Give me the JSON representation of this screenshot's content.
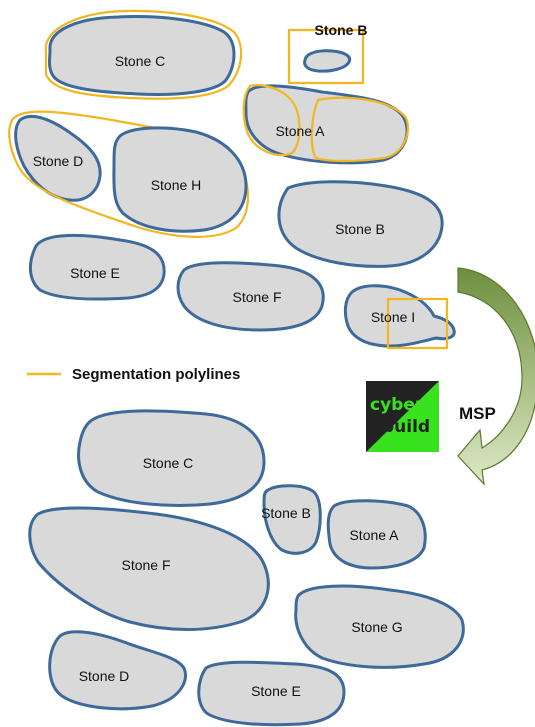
{
  "top": {
    "stone_c": "Stone C",
    "stone_b": "Stone B",
    "stone_a": "Stone A",
    "stone_d": "Stone D",
    "stone_h": "Stone H",
    "stone_b2": "Stone B",
    "stone_e": "Stone E",
    "stone_f": "Stone F",
    "stone_i": "Stone I"
  },
  "legend": {
    "label": "Segmentation polylines"
  },
  "logo": {
    "line1": "cyber",
    "line2": "build"
  },
  "arrow_label": "MSP",
  "bottom": {
    "stone_c": "Stone C",
    "stone_b": "Stone B",
    "stone_a": "Stone A",
    "stone_f": "Stone F",
    "stone_g": "Stone G",
    "stone_d": "Stone D",
    "stone_e": "Stone E"
  },
  "colors": {
    "stone_fill": "#d9d9d9",
    "stone_outline": "#3d6a9a",
    "segmentation": "#f2b61e",
    "arrow": "#6e8f3d",
    "logo_green": "#39e21e",
    "logo_dark": "#222222"
  }
}
